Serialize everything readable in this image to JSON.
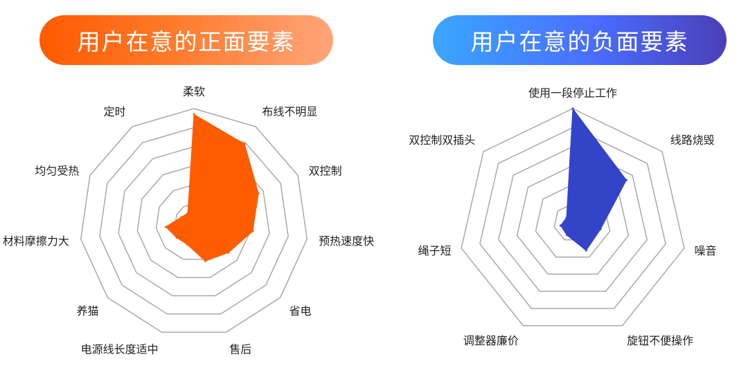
{
  "charts": [
    {
      "id": "left",
      "title": "用户在意的正面要素",
      "fill_color": "#ff5c00",
      "grid_color": "#a8a8a8",
      "label_color": "#222222"
    },
    {
      "id": "right",
      "title": "用户在意的负面要素",
      "fill_color": "#3444c9",
      "grid_color": "#a8a8a8",
      "label_color": "#222222"
    }
  ],
  "chart_data": [
    {
      "type": "radar",
      "title": "用户在意的正面要素",
      "categories": [
        "柔软",
        "布线不明显",
        "双控制",
        "预热速度快",
        "省电",
        "售后",
        "电源线长度适中",
        "养猫",
        "材料摩擦力大",
        "均匀受热",
        "定时"
      ],
      "values": [
        0.95,
        0.82,
        0.62,
        0.52,
        0.4,
        0.35,
        0.2,
        0.2,
        0.25,
        0.12,
        0.1
      ],
      "ylim": [
        0,
        1
      ],
      "grid_rings": 6,
      "grid": true
    },
    {
      "type": "radar",
      "title": "用户在意的负面要素",
      "categories": [
        "使用一段停止工作",
        "线路烧毁",
        "噪音",
        "旋钮不便操作",
        "调整器廉价",
        "绳子短",
        "双控制双插头"
      ],
      "values": [
        1.0,
        0.6,
        0.25,
        0.27,
        0.12,
        0.11,
        0.07
      ],
      "ylim": [
        0,
        1
      ],
      "grid_rings": 6,
      "grid": true
    }
  ]
}
